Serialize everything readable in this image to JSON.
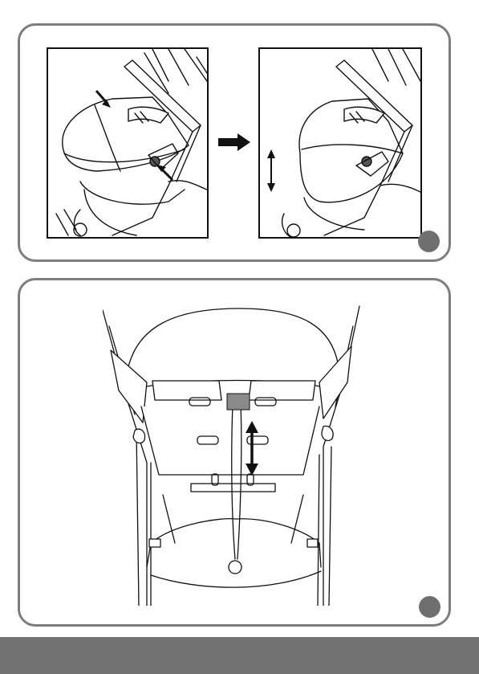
{
  "colors": {
    "panel_border": "#7d7d7d",
    "step_dot": "#6f6f6f",
    "footer_bar": "#727272",
    "line": "#111111",
    "fill_light": "#ffffff",
    "fill_mid": "#8a8a8a"
  },
  "steps": [
    {
      "name": "footmuff-attach",
      "images": [
        "before",
        "after"
      ],
      "connector": "arrow-right-icon"
    },
    {
      "name": "harness-adjust",
      "images": [
        "stroller-top-view"
      ],
      "indicator": "double-arrow-vertical-icon"
    }
  ]
}
